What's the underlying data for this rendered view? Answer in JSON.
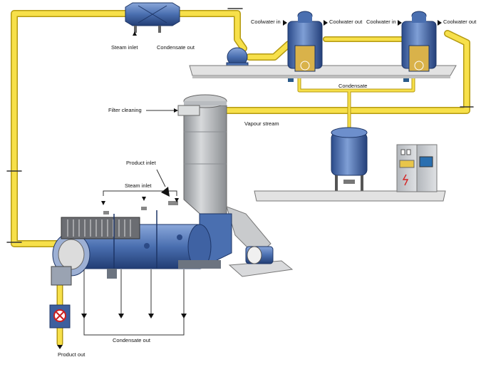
{
  "labels": {
    "steam_inlet_top": "Steam inlet",
    "condensate_out_top": "Condensate out",
    "coolwater_in_1": "Coolwater in",
    "coolwater_out_1": "Coolwater out",
    "coolwater_in_2": "Coolwater in",
    "coolwater_out_2": "Coolwater out",
    "condensate_mid": "Condensate",
    "filter_cleaning": "Filter cleaning",
    "vapour_stream": "Vapour stream",
    "product_inlet": "Product inlet",
    "steam_inlet_dryer": "Steam inlet",
    "condensate_out_bottom": "Condensate out",
    "product_out": "Product out"
  },
  "colors": {
    "pipe": "#f7e04a",
    "pipe_edge": "#b49a12",
    "vessel": "#4a6fb0",
    "vessel_dark": "#2c4a86",
    "platform": "#e2e2e2",
    "cabinet": "#c9ccd1",
    "tower": "#b9bcc0"
  },
  "icons": [
    "heat-exchanger-icon",
    "pump-icon",
    "condenser-icon",
    "receiver-tank-icon",
    "control-panel-icon",
    "filter-tower-icon",
    "paddle-dryer-icon",
    "motor-icon",
    "rotary-valve-icon"
  ]
}
